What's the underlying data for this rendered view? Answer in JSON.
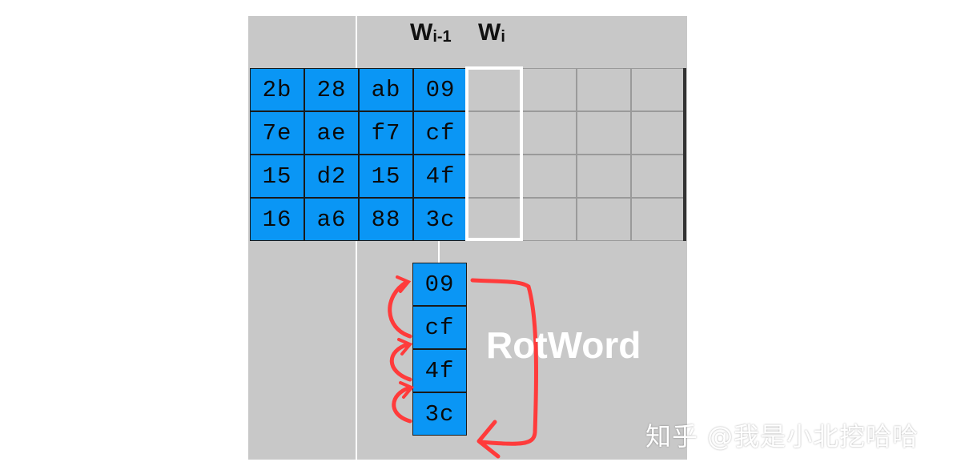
{
  "labels": {
    "w_prev_main": "W",
    "w_prev_sub": "i-1",
    "w_curr_main": "W",
    "w_curr_sub": "i"
  },
  "key_matrix": {
    "rows": [
      [
        "2b",
        "28",
        "ab",
        "09"
      ],
      [
        "7e",
        "ae",
        "f7",
        "cf"
      ],
      [
        "15",
        "d2",
        "15",
        "4f"
      ],
      [
        "16",
        "a6",
        "88",
        "3c"
      ]
    ]
  },
  "rotword_column": [
    "09",
    "cf",
    "4f",
    "3c"
  ],
  "operation_label": "RotWord",
  "watermark": "知乎 @我是小北挖哈哈",
  "colors": {
    "cell_blue": "#0a96f5",
    "panel_gray": "#c8c8c8",
    "arrow_red": "#ff3b3b",
    "frame_white": "#ffffff"
  }
}
